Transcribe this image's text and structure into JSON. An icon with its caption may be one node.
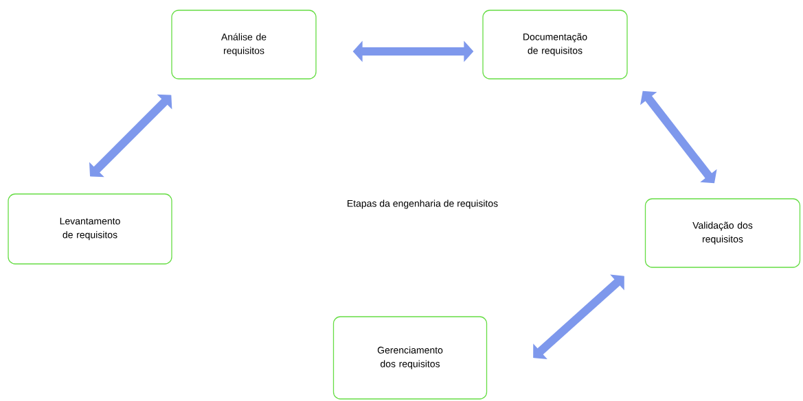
{
  "diagram": {
    "nodes": [
      {
        "text": [
          "Levantamento de requisitos"
        ]
      },
      {
        "text": [
          "Análise de requisitos"
        ]
      },
      {
        "text": [
          "Documentação de requisitos"
        ]
      },
      {
        "text": [
          "Validação dos requisitos"
        ]
      },
      {
        "text": [
          "Gerenciamento dos requisitos"
        ]
      }
    ],
    "edges": [
      {
        "from": 0,
        "to": 1,
        "arrow": "both"
      },
      {
        "from": 1,
        "to": 2,
        "arrow": "both"
      },
      {
        "from": 2,
        "to": 3,
        "arrow": "both"
      },
      {
        "from": 3,
        "to": 4,
        "arrow": "both"
      }
    ],
    "labels": [
      "Etapas da engenharia de requisitos"
    ]
  }
}
